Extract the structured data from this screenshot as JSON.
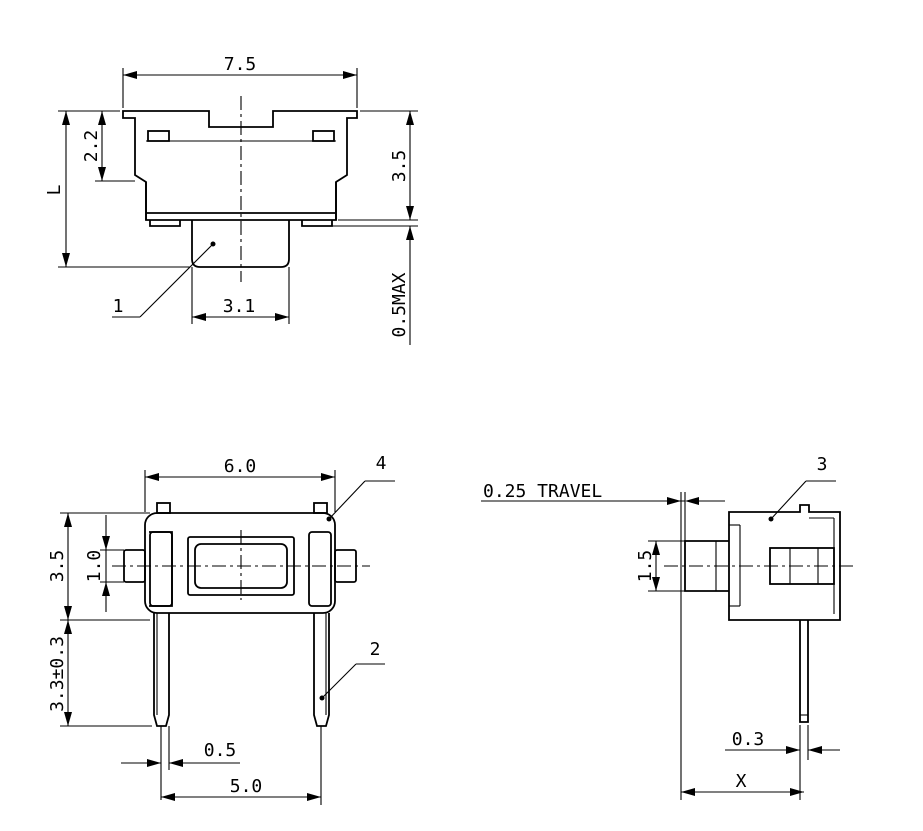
{
  "top_view": {
    "dim_width": "7.5",
    "dim_height_left": "2.2",
    "dim_length": "L",
    "dim_body_height": "3.5",
    "dim_stem_width": "3.1",
    "dim_offset": "0.5MAX",
    "callout_1": "1"
  },
  "front_view": {
    "dim_width": "6.0",
    "dim_height": "3.5",
    "dim_button": "1.0",
    "dim_lead_length": "3.3±0.3",
    "dim_lead_width": "0.5",
    "dim_lead_pitch": "5.0",
    "callout_2": "2",
    "callout_4": "4"
  },
  "side_view": {
    "travel_label": "0.25 TRAVEL",
    "dim_plunger": "1.5",
    "dim_lead_thickness": "0.3",
    "dim_x": "X",
    "callout_3": "3"
  }
}
